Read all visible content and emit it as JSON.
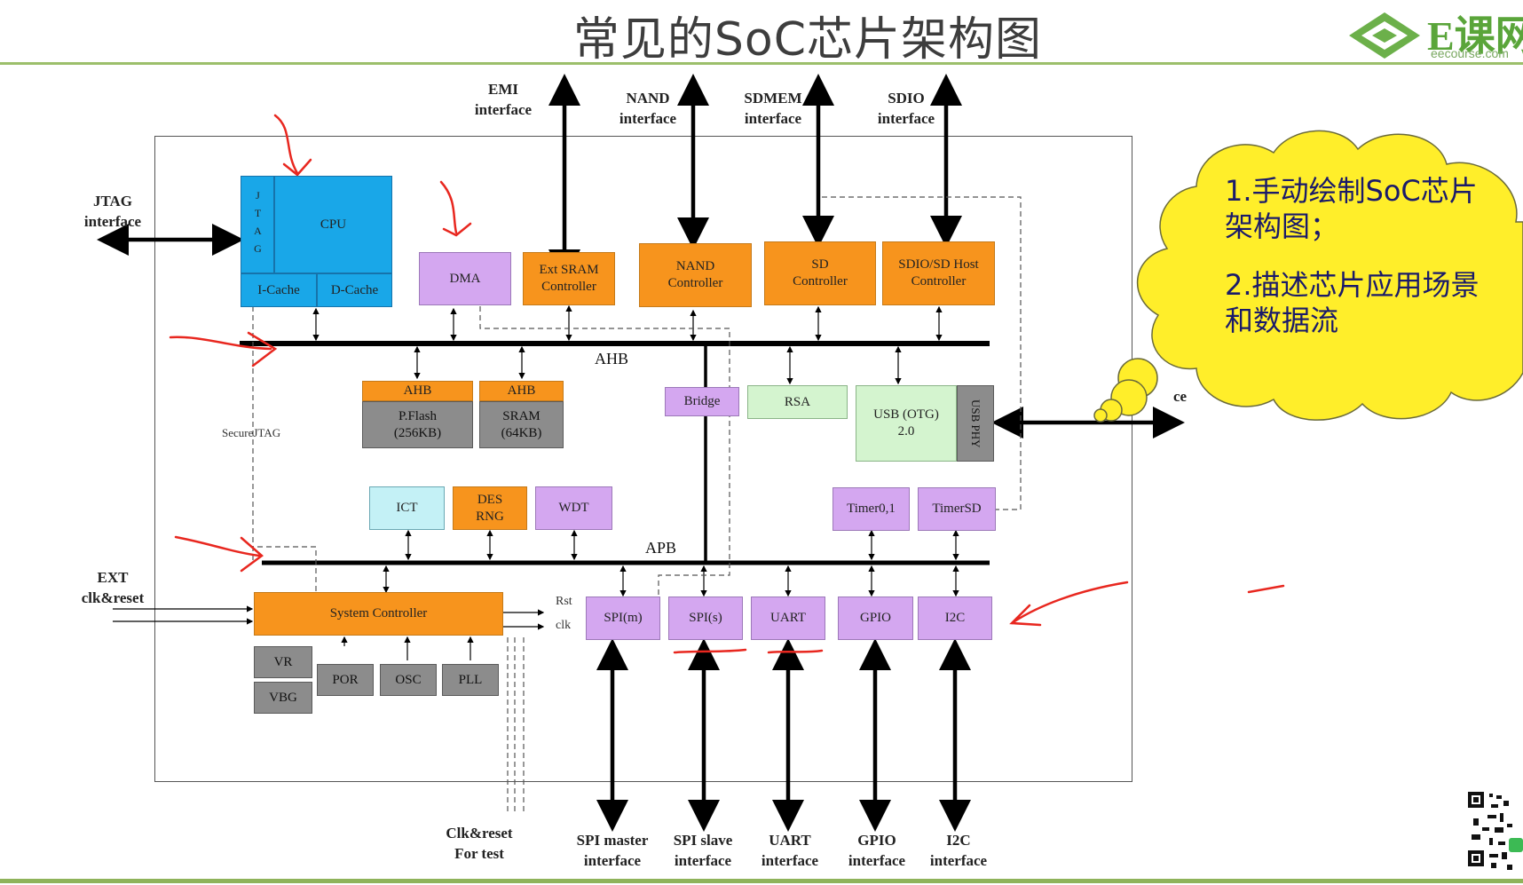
{
  "title": "常见的SoC芯片架构图",
  "logo": {
    "text": "E课网",
    "sub": "eecourse.com"
  },
  "blocks": {
    "cpu": "CPU",
    "jtag_strip": "JTAG",
    "icache": "I-Cache",
    "dcache": "D-Cache",
    "dma": "DMA",
    "ext_sram": "Ext SRAM Controller",
    "nand": "NAND Controller",
    "sd": "SD Controller",
    "sdio": "SDIO/SD Host Controller",
    "pflash_bus": "AHB",
    "pflash": "P.Flash (256KB)",
    "sram_bus": "AHB",
    "sram": "SRAM (64KB)",
    "bridge": "Bridge",
    "rsa": "RSA",
    "usb": "USB (OTG) 2.0",
    "usb_phy": "USB PHY",
    "ict": "ICT",
    "des": "DES RNG",
    "wdt": "WDT",
    "timer01": "Timer0,1",
    "timersd": "TimerSD",
    "sysctrl": "System Controller",
    "spim": "SPI(m)",
    "spis": "SPI(s)",
    "uart": "UART",
    "gpio": "GPIO",
    "i2c": "I2C",
    "vr": "VR",
    "vbg": "VBG",
    "por": "POR",
    "osc": "OSC",
    "pll": "PLL"
  },
  "buses": {
    "ahb": "AHB",
    "apb": "APB"
  },
  "labels": {
    "jtag_if": "JTAG interface",
    "emi_if": "EMI interface",
    "nand_if": "NAND interface",
    "sdmem_if": "SDMEM interface",
    "sdio_if": "SDIO interface",
    "secure_jtag": "SecureJTAG",
    "ext_clk": "EXT clk&reset",
    "rst": "Rst",
    "clk": "clk",
    "clk_test": "Clk&reset For test",
    "spi_master_if": "SPI master interface",
    "spi_slave_if": "SPI slave interface",
    "uart_if": "UART interface",
    "gpio_if": "GPIO interface",
    "i2c_if": "I2C interface",
    "usb_if_partial": "ce"
  },
  "cloud": {
    "item1": "1.手动绘制SoC芯片架构图；",
    "item2": "2.描述芯片应用场景和数据流"
  },
  "colors": {
    "orange": "#f7941d",
    "purple": "#d4a7f0",
    "blue": "#19a7e8",
    "gray": "#8c8c8c",
    "cloud": "#ffee2a",
    "annotation": "#e8271f"
  }
}
